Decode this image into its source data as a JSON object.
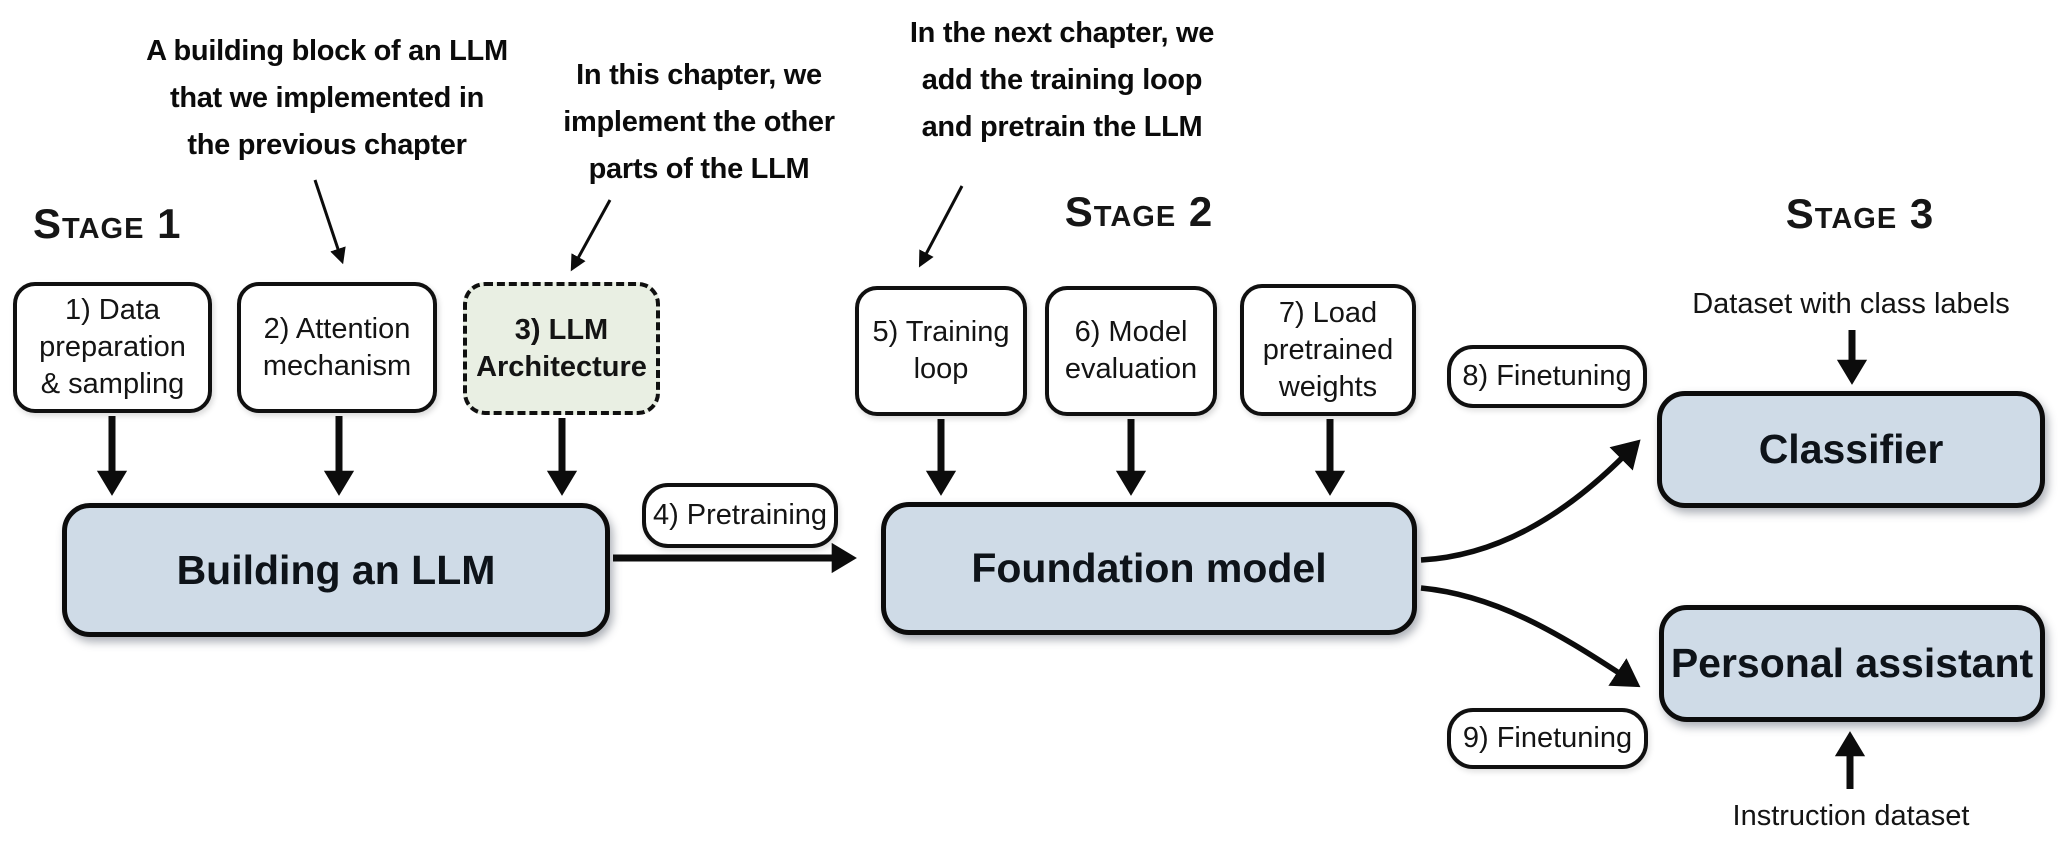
{
  "title": "Stages of building a large language model",
  "palette": {
    "blue_fill": "#cfdbe7",
    "green_fill": "#e9efe3",
    "stroke": "#101010",
    "background": "#ffffff"
  },
  "stage_labels": [
    {
      "text": "Stage 1"
    },
    {
      "text": "Stage 2"
    },
    {
      "text": "Stage 3"
    }
  ],
  "annotations": [
    {
      "lines": [
        "A building block of an LLM",
        "that we implemented in",
        "the previous chapter"
      ]
    },
    {
      "lines": [
        "In this chapter, we",
        "implement the other",
        "parts of the LLM"
      ]
    },
    {
      "lines": [
        "In the next chapter, we",
        "add the training loop",
        "and pretrain the LLM"
      ]
    }
  ],
  "step_boxes": [
    {
      "lines": [
        "1) Data",
        "preparation",
        "& sampling"
      ]
    },
    {
      "lines": [
        "2) Attention",
        "mechanism"
      ]
    },
    {
      "lines": [
        "3) LLM",
        "Architecture"
      ]
    },
    {
      "lines": [
        "5) Training",
        "loop"
      ]
    },
    {
      "lines": [
        "6) Model",
        "evaluation"
      ]
    },
    {
      "lines": [
        "7) Load",
        "pretrained",
        "weights"
      ]
    }
  ],
  "pills": [
    {
      "label": "4) Pretraining"
    },
    {
      "label": "8) Finetuning"
    },
    {
      "label": "9) Finetuning"
    }
  ],
  "main_boxes": [
    {
      "label": "Building an LLM"
    },
    {
      "label": "Foundation model"
    },
    {
      "label": "Classifier"
    },
    {
      "label": "Personal assistant"
    }
  ],
  "io_labels": [
    {
      "text": "Dataset with class labels"
    },
    {
      "text": "Instruction dataset"
    }
  ]
}
